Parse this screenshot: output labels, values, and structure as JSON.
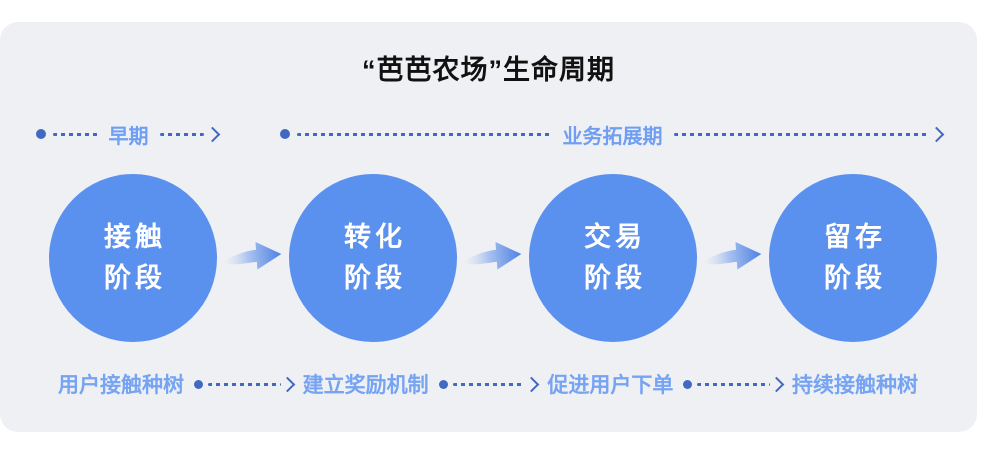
{
  "title": "“芭芭农场”生命周期",
  "timeline": {
    "phases": [
      {
        "label": "早期"
      },
      {
        "label": "业务拓展期"
      }
    ]
  },
  "stages": [
    {
      "line1": "接触",
      "line2": "阶段",
      "action": "用户接触种树"
    },
    {
      "line1": "转化",
      "line2": "阶段",
      "action": "建立奖励机制"
    },
    {
      "line1": "交易",
      "line2": "阶段",
      "action": "促进用户下单"
    },
    {
      "line1": "留存",
      "line2": "阶段",
      "action": "持续接触种树"
    }
  ],
  "colors": {
    "panel_background": "#EEF0F4",
    "circle_fill": "#5A90EE",
    "circle_text": "#FFFFFF",
    "phase_label": "#6F9EF2",
    "action_label": "#76A3F2",
    "connector": "#4269C2",
    "arrow_gradient_start": "#E9EDF5",
    "arrow_gradient_end": "#4D82E4",
    "title_text": "#111111"
  }
}
